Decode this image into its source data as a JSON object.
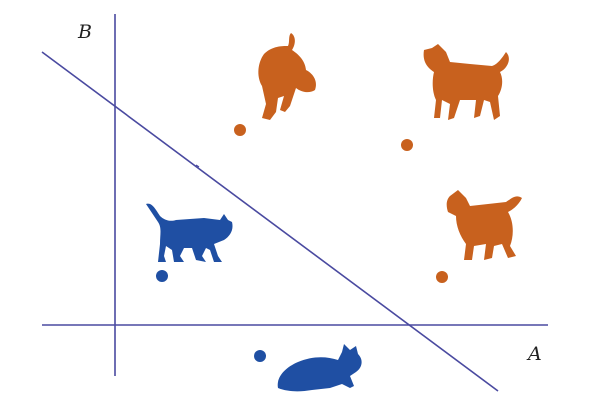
{
  "axes": {
    "x_label": "A",
    "y_label": "B"
  },
  "colors": {
    "line": "#4a4aa0",
    "dog": "#c8611e",
    "cat": "#1f4fa3"
  },
  "classes": [
    {
      "kind": "dog",
      "count": 3
    },
    {
      "kind": "cat",
      "count": 2
    }
  ],
  "icons": [
    "dog-silhouette-icon",
    "cat-silhouette-icon"
  ]
}
